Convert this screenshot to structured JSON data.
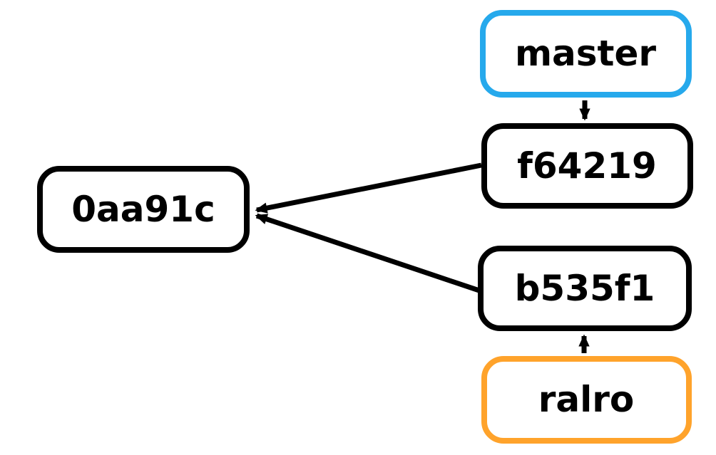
{
  "diagram": {
    "kind": "git-commit-graph",
    "background_color": "#ffffff",
    "text_color": "#000000",
    "edge_color": "#000000",
    "colors": {
      "branch_pointer_blue": "#26a9ec",
      "branch_pointer_orange": "#ffa32b",
      "commit_node_black": "#000000"
    },
    "nodes": {
      "master": {
        "label": "master",
        "kind": "branch-ref",
        "border_color": "#26a9ec"
      },
      "f64219": {
        "label": "f64219",
        "kind": "commit",
        "border_color": "#000000"
      },
      "0aa91c": {
        "label": "0aa91c",
        "kind": "commit",
        "border_color": "#000000"
      },
      "b535f1": {
        "label": "b535f1",
        "kind": "commit",
        "border_color": "#000000"
      },
      "ralro": {
        "label": "ralro",
        "kind": "branch-ref",
        "border_color": "#ffa32b"
      }
    },
    "edges": [
      {
        "from": "master",
        "to": "f64219",
        "direction": "down"
      },
      {
        "from": "f64219",
        "to": "0aa91c",
        "direction": "left"
      },
      {
        "from": "b535f1",
        "to": "0aa91c",
        "direction": "left"
      },
      {
        "from": "ralro",
        "to": "b535f1",
        "direction": "up"
      }
    ]
  }
}
